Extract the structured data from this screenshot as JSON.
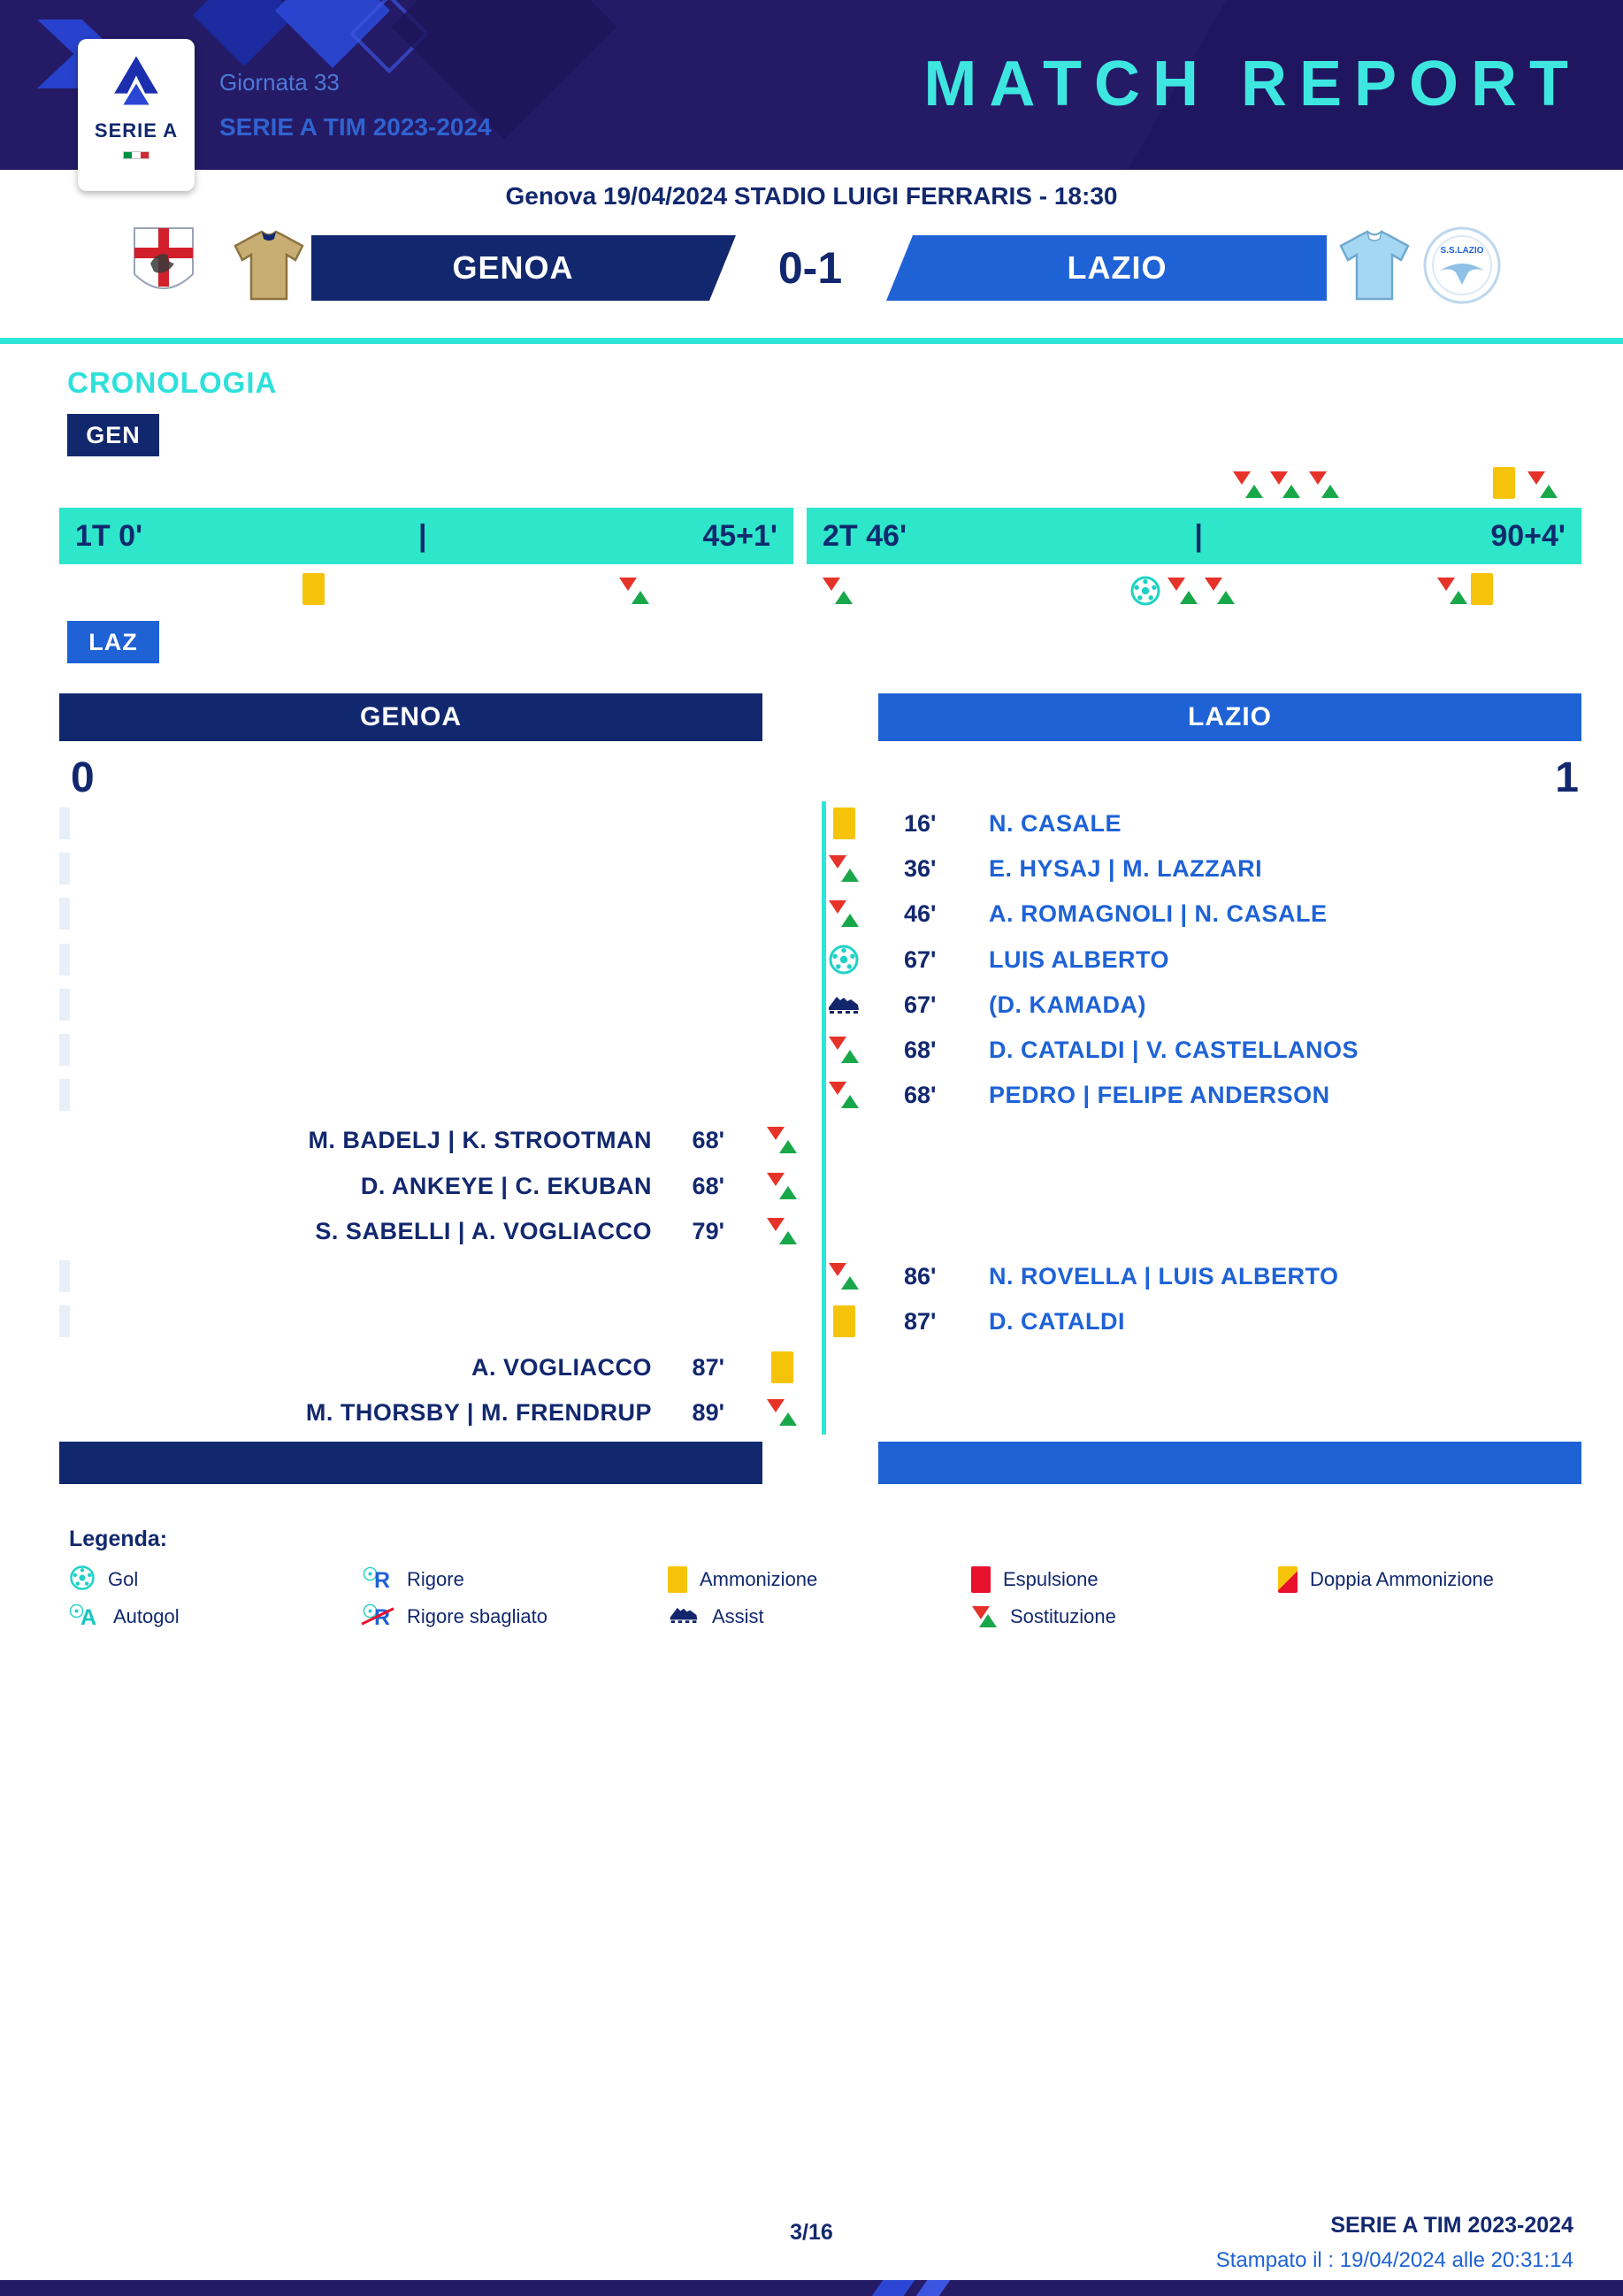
{
  "colors": {
    "header_bg": "#241a66",
    "teal": "#2ee6c9",
    "cyan_text": "#3ee6e0",
    "navy": "#12286e",
    "blue": "#1e62d6",
    "yellow": "#f5c40a",
    "red": "#e8112d",
    "green": "#18a84a"
  },
  "header": {
    "logo_text": "SERIE A",
    "giornata": "Giornata 33",
    "season": "SERIE A TIM 2023-2024",
    "title": "MATCH REPORT"
  },
  "match_info": "Genova 19/04/2024 STADIO LUIGI FERRARIS - 18:30",
  "scoreboard": {
    "home_name": "GENOA",
    "away_name": "LAZIO",
    "score": "0-1",
    "away_crest_label": "S.S.LAZIO"
  },
  "cronologia": {
    "title": "CRONOLOGIA",
    "home_tag": "GEN",
    "away_tag": "LAZ",
    "bar1": {
      "start": "1T 0'",
      "tick": "|",
      "end": "45+1'"
    },
    "bar2": {
      "start": "2T 46'",
      "tick": "|",
      "end": "90+4'"
    },
    "markers_top_genoa": [
      {
        "minute": "68'",
        "type": "substitution"
      },
      {
        "minute": "68'",
        "type": "substitution"
      },
      {
        "minute": "79'",
        "type": "substitution"
      },
      {
        "minute": "87'",
        "type": "yellow-card"
      },
      {
        "minute": "89'",
        "type": "substitution"
      }
    ],
    "markers_bottom_lazio": [
      {
        "minute": "16'",
        "type": "yellow-card"
      },
      {
        "minute": "36'",
        "type": "substitution"
      },
      {
        "minute": "46'",
        "type": "substitution"
      },
      {
        "minute": "67'",
        "type": "goal"
      },
      {
        "minute": "68'",
        "type": "substitution"
      },
      {
        "minute": "68'",
        "type": "substitution"
      },
      {
        "minute": "86'",
        "type": "substitution"
      },
      {
        "minute": "87'",
        "type": "yellow-card"
      }
    ]
  },
  "events": {
    "home_header": "GENOA",
    "away_header": "LAZIO",
    "home_score": "0",
    "away_score": "1",
    "rows": [
      {
        "side": "away",
        "type": "yellow-card",
        "minute": "16'",
        "text": "N. CASALE"
      },
      {
        "side": "away",
        "type": "substitution",
        "minute": "36'",
        "text": "E. HYSAJ | M. LAZZARI"
      },
      {
        "side": "away",
        "type": "substitution",
        "minute": "46'",
        "text": "A. ROMAGNOLI | N. CASALE"
      },
      {
        "side": "away",
        "type": "goal",
        "minute": "67'",
        "text": "LUIS ALBERTO"
      },
      {
        "side": "away",
        "type": "assist",
        "minute": "67'",
        "text": "(D. KAMADA)"
      },
      {
        "side": "away",
        "type": "substitution",
        "minute": "68'",
        "text": "D. CATALDI | V. CASTELLANOS"
      },
      {
        "side": "away",
        "type": "substitution",
        "minute": "68'",
        "text": "PEDRO | FELIPE ANDERSON"
      },
      {
        "side": "home",
        "type": "substitution",
        "minute": "68'",
        "text": "M. BADELJ | K. STROOTMAN"
      },
      {
        "side": "home",
        "type": "substitution",
        "minute": "68'",
        "text": "D. ANKEYE | C. EKUBAN"
      },
      {
        "side": "home",
        "type": "substitution",
        "minute": "79'",
        "text": "S. SABELLI | A. VOGLIACCO"
      },
      {
        "side": "away",
        "type": "substitution",
        "minute": "86'",
        "text": "N. ROVELLA | LUIS ALBERTO"
      },
      {
        "side": "away",
        "type": "yellow-card",
        "minute": "87'",
        "text": "D. CATALDI"
      },
      {
        "side": "home",
        "type": "yellow-card",
        "minute": "87'",
        "text": "A. VOGLIACCO"
      },
      {
        "side": "home",
        "type": "substitution",
        "minute": "89'",
        "text": "M. THORSBY | M. FRENDRUP"
      }
    ]
  },
  "legend": {
    "title": "Legenda:",
    "items": [
      {
        "label": "Gol",
        "type": "goal"
      },
      {
        "label": "Rigore",
        "type": "penalty"
      },
      {
        "label": "Ammonizione",
        "type": "yellow-card"
      },
      {
        "label": "Espulsione",
        "type": "red-card"
      },
      {
        "label": "Doppia Ammonizione",
        "type": "double-yellow"
      },
      {
        "label": "Autogol",
        "type": "own-goal"
      },
      {
        "label": "Rigore sbagliato",
        "type": "missed-penalty"
      },
      {
        "label": "Assist",
        "type": "assist"
      },
      {
        "label": "Sostituzione",
        "type": "substitution"
      }
    ]
  },
  "footer": {
    "page": "3/16",
    "season": "SERIE A TIM 2023-2024",
    "printed": "Stampato il : 19/04/2024 alle 20:31:14"
  }
}
